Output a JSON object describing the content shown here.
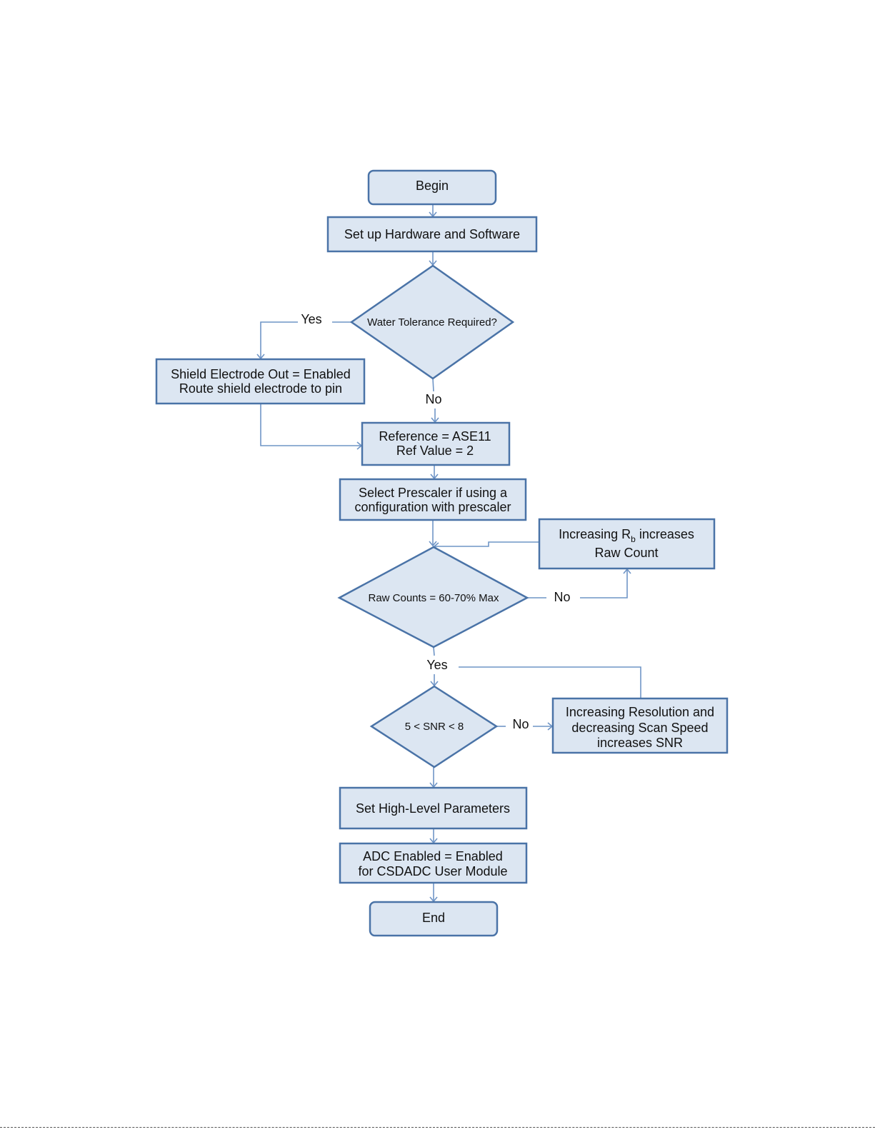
{
  "nodes": {
    "begin": "Begin",
    "setup": "Set up Hardware and Software",
    "water_decision": "Water Tolerance Required?",
    "shield_line1": "Shield Electrode Out = Enabled",
    "shield_line2": "Route shield electrode to pin",
    "reference_line1": "Reference = ASE11",
    "reference_line2": "Ref  Value = 2",
    "prescaler_line1": "Select Prescaler if using a",
    "prescaler_line2": "configuration with prescaler",
    "rb_line1_pre": "Increasing R",
    "rb_line1_sub": "b",
    "rb_line1_post": " increases",
    "rb_line2": "Raw  Count",
    "rawcount_decision": "Raw Counts = 60-70% Max",
    "snr_decision": "5 < SNR < 8",
    "resolution_line1": "Increasing Resolution and",
    "resolution_line2": "decreasing Scan Speed",
    "resolution_line3": "increases SNR",
    "highlevel": "Set High-Level Parameters",
    "adc_line1": "ADC Enabled  = Enabled",
    "adc_line2": "for CSDADC User Module",
    "end": "End"
  },
  "labels": {
    "water_yes": "Yes",
    "water_no": "No",
    "rawcount_no": "No",
    "rawcount_yes": "Yes",
    "snr_no": "No"
  },
  "colors": {
    "box_fill": "#dce6f2",
    "box_stroke": "#4a73a7",
    "connector": "#6f95c6"
  }
}
